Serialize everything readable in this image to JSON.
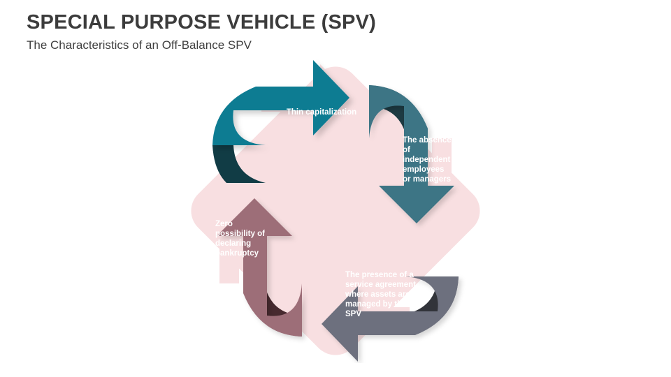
{
  "header": {
    "title": "SPECIAL PURPOSE VEHICLE (SPV)",
    "subtitle": "The Characteristics of an Off-Balance SPV"
  },
  "diagram": {
    "type": "cycle-4-arrows",
    "background_shape": "rounded-diamond",
    "colors": {
      "background_diamond": "#f8dfe1",
      "ghost_arrow": "#f8dfe1",
      "top_arrow": "#0e7b92",
      "top_arrow_shadow": "#113c45",
      "right_arrow": "#3e7585",
      "right_arrow_shadow": "#1d3a42",
      "bottom_arrow": "#6d707e",
      "bottom_arrow_shadow": "#32343a",
      "left_arrow": "#9d6e78",
      "left_arrow_shadow": "#472a2f",
      "label_text": "#ffffff",
      "title_text": "#3c3c3c",
      "slide_background": "#ffffff"
    },
    "steps": [
      {
        "id": "top",
        "position": "top",
        "direction": "right",
        "label": "Thin capitalization",
        "color": "#0e7b92"
      },
      {
        "id": "right",
        "position": "right",
        "direction": "down",
        "label": "The absence\nof\nindependent\nemployees\nor managers",
        "color": "#3e7585"
      },
      {
        "id": "bottom",
        "position": "bottom",
        "direction": "left",
        "label": "The presence of a\nservice agreement\nwhere assets are\nmanaged by the\nSPV",
        "color": "#6d707e"
      },
      {
        "id": "left",
        "position": "left",
        "direction": "up",
        "label": "Zero\npossibility of\ndeclaring\nbankruptcy",
        "color": "#9d6e78"
      }
    ]
  }
}
